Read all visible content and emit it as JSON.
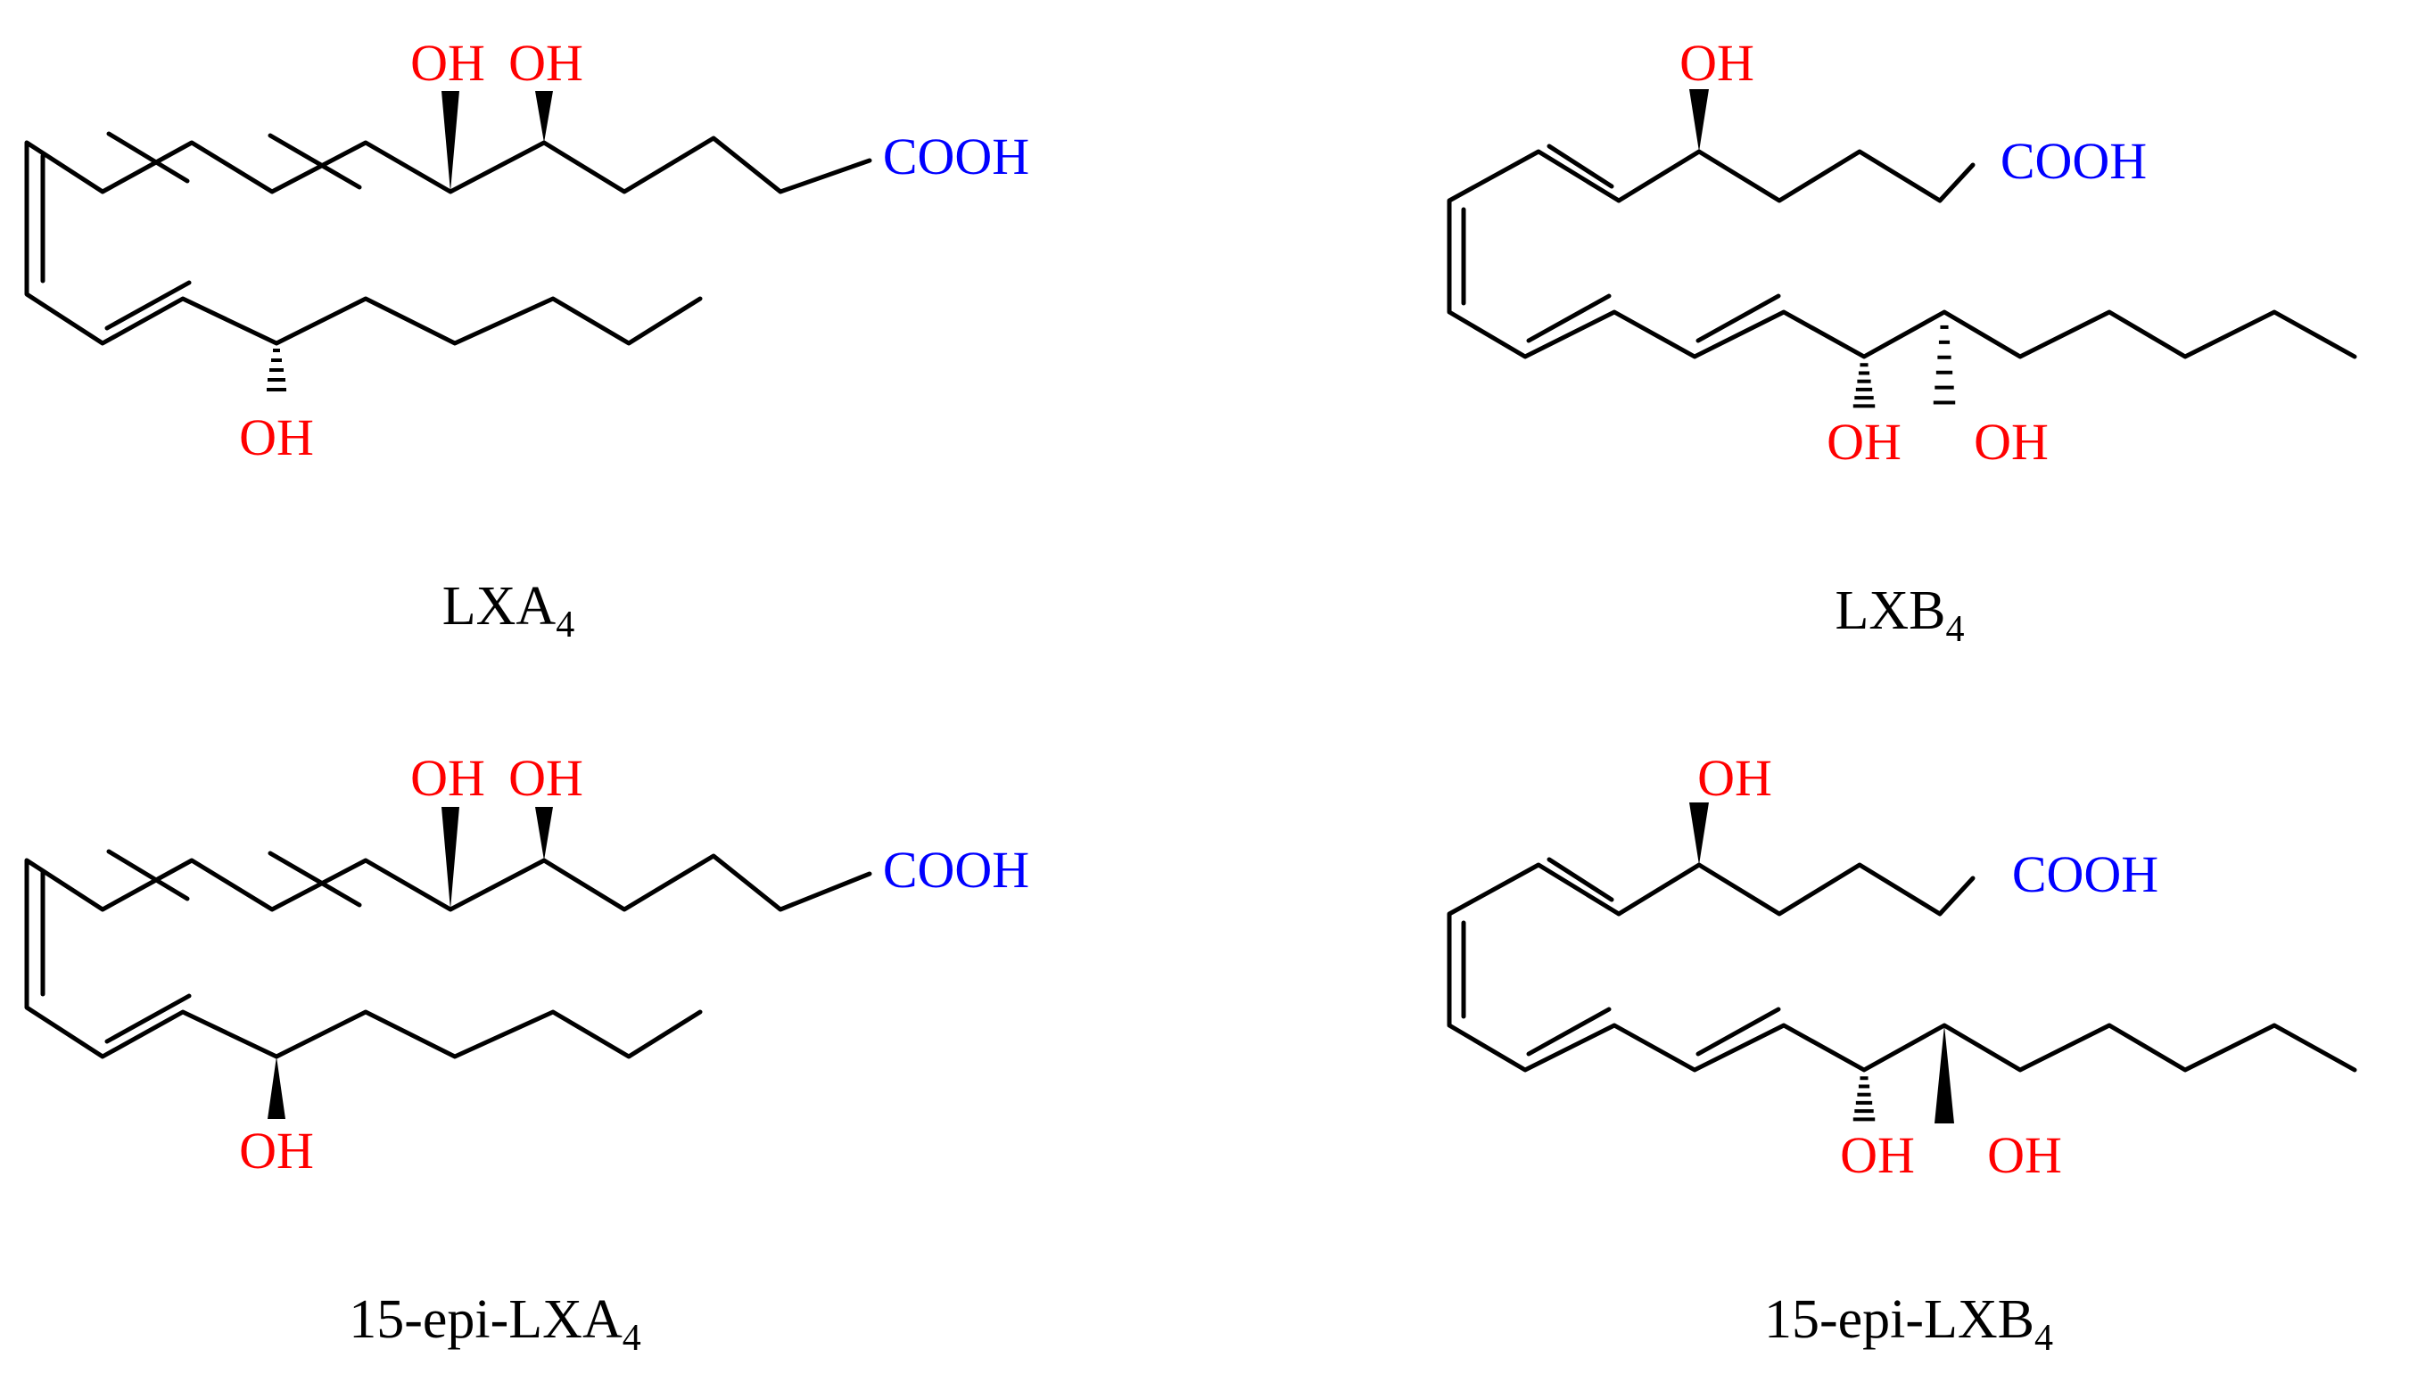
{
  "colors": {
    "hydroxyl": "#ff0000",
    "carboxyl": "#0000ff",
    "bond": "#000000"
  },
  "molecules": [
    {
      "id": "lxa4",
      "name_main": "LXA",
      "name_sub": "4",
      "oh_label": "OH",
      "acid_label": "COOH"
    },
    {
      "id": "lxb4",
      "name_main": "LXB",
      "name_sub": "4",
      "oh_label": "OH",
      "acid_label": "COOH"
    },
    {
      "id": "epi-lxa4",
      "name_main": "15-epi-LXA",
      "name_sub": "4",
      "oh_label": "OH",
      "acid_label": "COOH"
    },
    {
      "id": "epi-lxb4",
      "name_main": "15-epi-LXB",
      "name_sub": "4",
      "oh_label": "OH",
      "acid_label": "COOH"
    }
  ]
}
